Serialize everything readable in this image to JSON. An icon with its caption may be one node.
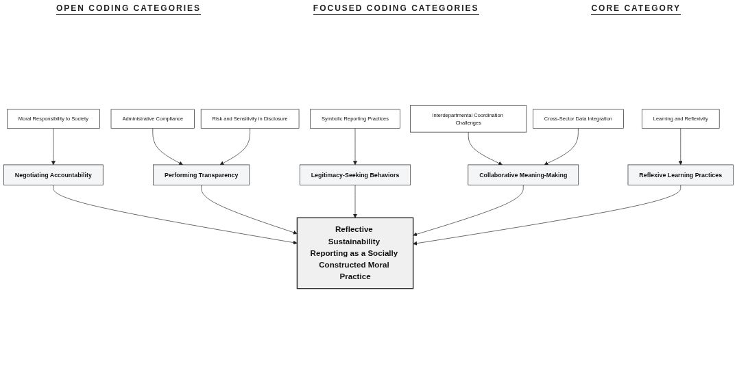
{
  "diagram": {
    "nodes": [
      {
        "text": [
          "Moral Responsibility to Society"
        ]
      },
      {
        "text": [
          "Administrative Compliance"
        ]
      },
      {
        "text": [
          "Risk and Sensitivity in Disclosure"
        ]
      },
      {
        "text": [
          "Symbolic Reporting Practices"
        ]
      },
      {
        "text": [
          "Interdepartmental Coordination Challenges"
        ]
      },
      {
        "text": [
          "Cross-Sector Data Integration"
        ]
      },
      {
        "text": [
          "Learning and Reflexivity"
        ]
      },
      {
        "text": [
          "Negotiating Accountability"
        ]
      },
      {
        "text": [
          "Performing Transparency"
        ]
      },
      {
        "text": [
          "Legitimacy-Seeking Behaviors"
        ]
      },
      {
        "text": [
          "Collaborative Meaning-Making"
        ]
      },
      {
        "text": [
          "Reflexive Learning Practices"
        ]
      },
      {
        "text": [
          "Reflective Sustainability Reporting as a Socially Constructed Moral Practice"
        ]
      }
    ],
    "edges": [
      {
        "from": 0,
        "to": 7,
        "arrow": "to"
      },
      {
        "from": 1,
        "to": 8,
        "arrow": "to"
      },
      {
        "from": 2,
        "to": 8,
        "arrow": "to"
      },
      {
        "from": 3,
        "to": 9,
        "arrow": "to"
      },
      {
        "from": 4,
        "to": 10,
        "arrow": "to"
      },
      {
        "from": 5,
        "to": 10,
        "arrow": "to"
      },
      {
        "from": 6,
        "to": 11,
        "arrow": "to"
      },
      {
        "from": 7,
        "to": 12,
        "arrow": "to"
      },
      {
        "from": 8,
        "to": 12,
        "arrow": "to"
      },
      {
        "from": 9,
        "to": 12,
        "arrow": "to"
      },
      {
        "from": 10,
        "to": 12,
        "arrow": "to"
      },
      {
        "from": 11,
        "to": 12,
        "arrow": "to"
      }
    ],
    "labels": [
      "OPEN CODING CATEGORIES",
      "FOCUSED CODING CATEGORIES",
      "CORE CATEGORY"
    ]
  }
}
